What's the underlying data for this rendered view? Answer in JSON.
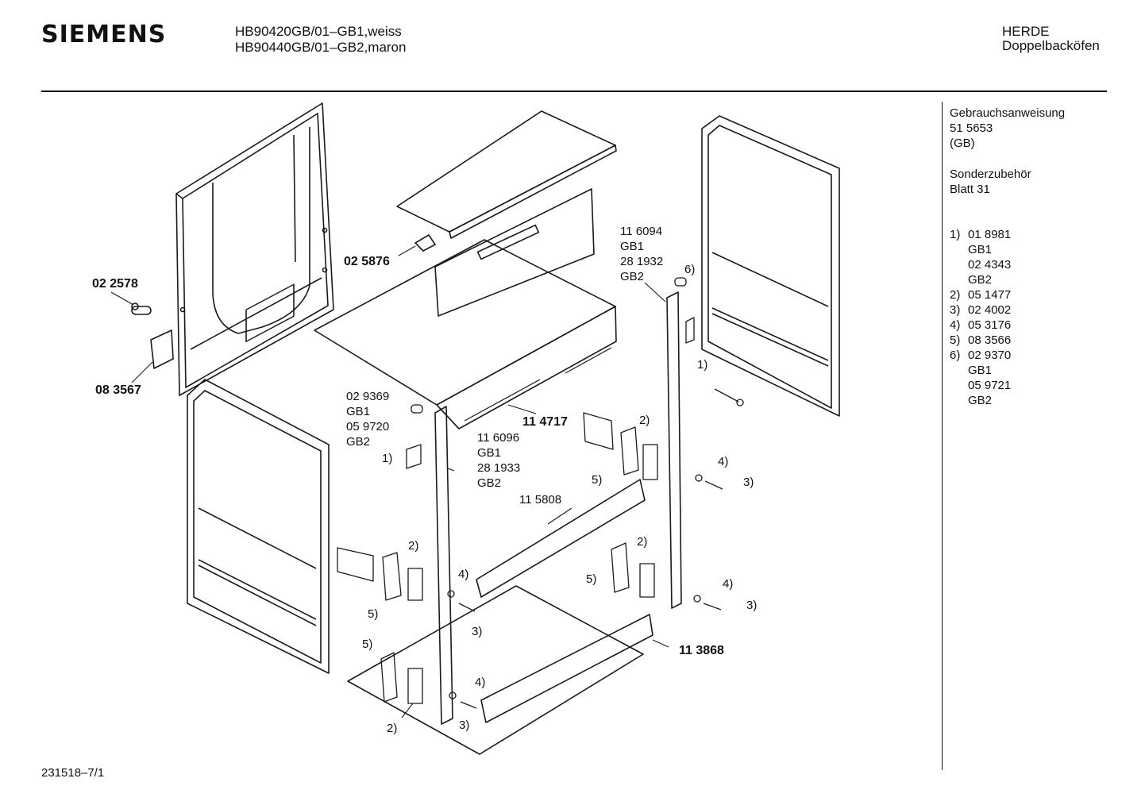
{
  "header": {
    "brand": "SIEMENS",
    "model_1": "HB90420GB/01–GB1,weiss",
    "model_2": "HB90440GB/01–GB2,maron",
    "category": "HERDE",
    "subcategory": "Doppelbacköfen"
  },
  "sidebar": {
    "manual_label": "Gebrauchsanweisung",
    "manual_number": "51 5653",
    "manual_lang": "(GB)",
    "accessory_label": "Sonderzubehör",
    "accessory_sheet": "Blatt 31",
    "parts": [
      {
        "ref": "1)",
        "lines": [
          "01 8981",
          "GB1",
          "02 4343",
          "GB2"
        ]
      },
      {
        "ref": "2)",
        "lines": [
          "05 1477"
        ]
      },
      {
        "ref": "3)",
        "lines": [
          "02 4002"
        ]
      },
      {
        "ref": "4)",
        "lines": [
          "05 3176"
        ]
      },
      {
        "ref": "5)",
        "lines": [
          "08 3566"
        ]
      },
      {
        "ref": "6)",
        "lines": [
          "02 9370",
          "GB1",
          "05 9721",
          "GB2"
        ]
      }
    ]
  },
  "labels": {
    "p022578": "02 2578",
    "p083567": "08 3567",
    "p025876": "02 5876",
    "p029369": "02 9369",
    "gb1_a": "GB1",
    "p059720": "05 9720",
    "gb2_a": "GB2",
    "ref1_left": "1)",
    "p114717": "11 4717",
    "p116096": "11 6096",
    "gb1_b": "GB1",
    "p281933": "28 1933",
    "gb2_b": "GB2",
    "p115808": "11 5808",
    "p116094": "11 6094",
    "gb1_c": "GB1",
    "p281932": "28 1932",
    "gb2_c": "GB2",
    "ref6": "6)",
    "ref1_right": "1)",
    "ref2_a": "2)",
    "ref5_a": "5)",
    "ref4_a": "4)",
    "ref3_a": "3)",
    "ref2_b": "2)",
    "ref5_b": "5)",
    "ref4_b": "4)",
    "ref3_b": "3)",
    "ref2_c": "2)",
    "ref5_c": "5)",
    "ref4_c": "4)",
    "ref3_c": "3)",
    "p113868": "11 3868",
    "ref5_d": "5)",
    "ref4_d": "4)",
    "ref3_d": "3)",
    "ref2_d": "2)"
  },
  "footer": {
    "drawing_number": "231518–7/1"
  }
}
